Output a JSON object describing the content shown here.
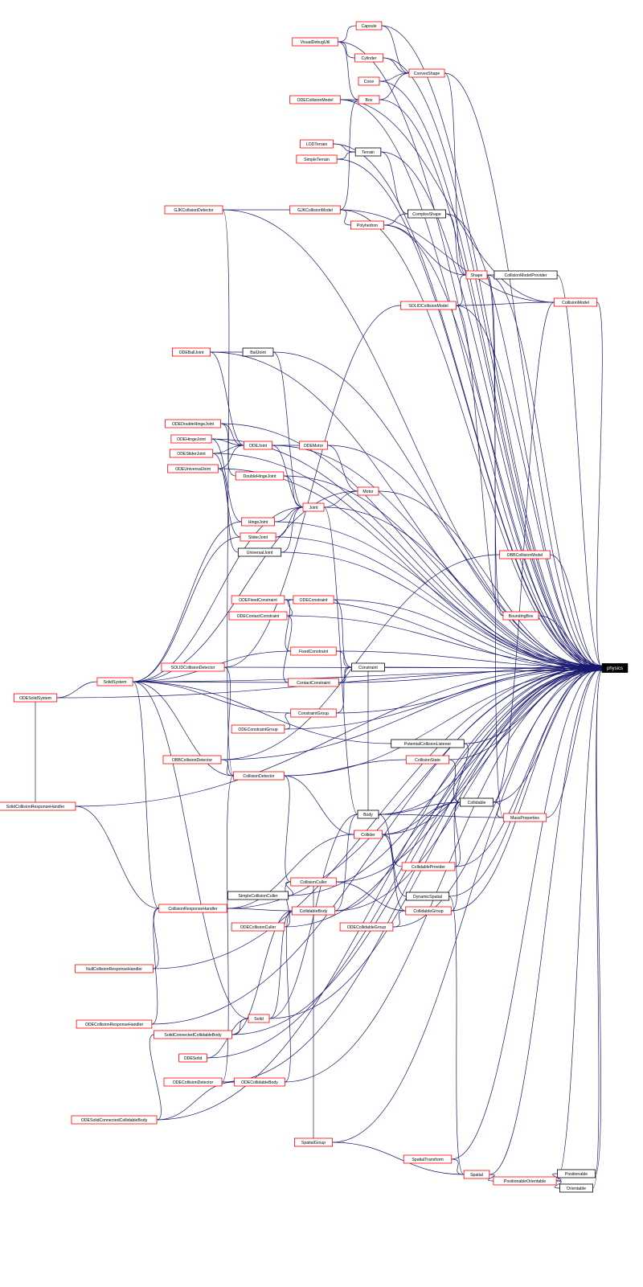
{
  "graph": {
    "root": "physics",
    "nodes": [
      {
        "id": "capsule",
        "label": "Capsule",
        "border": "red"
      },
      {
        "id": "visualdebugutil",
        "label": "VisualDebugUtil",
        "border": "red"
      },
      {
        "id": "cylinder",
        "label": "Cylinder",
        "border": "red"
      },
      {
        "id": "convexshape",
        "label": "ConvexShape",
        "border": "red"
      },
      {
        "id": "cone",
        "label": "Cone",
        "border": "red"
      },
      {
        "id": "odecollisionmodel",
        "label": "ODECollisionModel",
        "border": "red"
      },
      {
        "id": "box",
        "label": "Box",
        "border": "red"
      },
      {
        "id": "lodterrain",
        "label": "LODTerrain",
        "border": "red"
      },
      {
        "id": "terrain",
        "label": "Terrain",
        "border": "black"
      },
      {
        "id": "simpleterrain",
        "label": "SimpleTerrain",
        "border": "red"
      },
      {
        "id": "gjkcollisiondetector",
        "label": "GJKCollisionDetector",
        "border": "red"
      },
      {
        "id": "gjkcollisionmodel",
        "label": "GJKCollisionModel",
        "border": "red"
      },
      {
        "id": "complexshape",
        "label": "ComplexShape",
        "border": "black"
      },
      {
        "id": "polyhedron",
        "label": "Polyhedron",
        "border": "red"
      },
      {
        "id": "shape",
        "label": "Shape",
        "border": "red"
      },
      {
        "id": "collisionmodelprovider",
        "label": "CollisionModelProvider",
        "border": "black"
      },
      {
        "id": "solidcollisionmodel",
        "label": "SOLIDCollisionModel",
        "border": "red"
      },
      {
        "id": "collisionmodel",
        "label": "CollisionModel",
        "border": "red"
      },
      {
        "id": "odeballjoint",
        "label": "ODEBallJoint",
        "border": "red"
      },
      {
        "id": "balljoint",
        "label": "BallJoint",
        "border": "black"
      },
      {
        "id": "odedoublehingejoint",
        "label": "ODEDoubleHingeJoint",
        "border": "red"
      },
      {
        "id": "odehingejoint",
        "label": "ODEHingeJoint",
        "border": "red"
      },
      {
        "id": "odejoint",
        "label": "ODEJoint",
        "border": "red"
      },
      {
        "id": "odemotor",
        "label": "ODEMotor",
        "border": "red"
      },
      {
        "id": "odesliderjoint",
        "label": "ODESliderJoint",
        "border": "red"
      },
      {
        "id": "odeuniversaljoint",
        "label": "ODEUniversalJoint",
        "border": "red"
      },
      {
        "id": "doublehingejoint",
        "label": "DoubleHingeJoint",
        "border": "red"
      },
      {
        "id": "motor",
        "label": "Motor",
        "border": "red"
      },
      {
        "id": "joint",
        "label": "Joint",
        "border": "red"
      },
      {
        "id": "hingejoint",
        "label": "HingeJoint",
        "border": "red"
      },
      {
        "id": "sliderjoint",
        "label": "SliderJoint",
        "border": "red"
      },
      {
        "id": "universaljoint",
        "label": "UniversalJoint",
        "border": "black"
      },
      {
        "id": "obbcollisionmodel",
        "label": "OBBCollisionModel",
        "border": "red"
      },
      {
        "id": "odefixedconstraint",
        "label": "ODEFixedConstraint",
        "border": "red"
      },
      {
        "id": "odeconstraint",
        "label": "ODEConstraint",
        "border": "red"
      },
      {
        "id": "odecontactconstraint",
        "label": "ODEContactConstraint",
        "border": "red"
      },
      {
        "id": "boundingbox",
        "label": "BoundingBox",
        "border": "red"
      },
      {
        "id": "fixedconstraint",
        "label": "FixedConstraint",
        "border": "red"
      },
      {
        "id": "solidcollisiondetector",
        "label": "SOLIDCollisionDetector",
        "border": "red"
      },
      {
        "id": "constraint",
        "label": "Constraint",
        "border": "black"
      },
      {
        "id": "odesolidsystem",
        "label": "ODESolidSystem",
        "border": "red"
      },
      {
        "id": "solidsystem",
        "label": "SolidSystem",
        "border": "red"
      },
      {
        "id": "contactconstraint",
        "label": "ContactConstraint",
        "border": "red"
      },
      {
        "id": "constraintgroup",
        "label": "ConstraintGroup",
        "border": "red"
      },
      {
        "id": "odeconstraintgroup",
        "label": "ODEConstraintGroup",
        "border": "red"
      },
      {
        "id": "potentialcollisionlistener",
        "label": "PotentialCollisionListener",
        "border": "black"
      },
      {
        "id": "obbcollisiondetector",
        "label": "OBBCollisionDetector",
        "border": "red"
      },
      {
        "id": "collisionstate",
        "label": "CollisionState",
        "border": "red"
      },
      {
        "id": "collisiondetector",
        "label": "CollisionDetector",
        "border": "red"
      },
      {
        "id": "solidcollisionresponsehandler",
        "label": "SolidCollisionResponseHandler",
        "border": "red"
      },
      {
        "id": "collidable",
        "label": "Collidable",
        "border": "black"
      },
      {
        "id": "body",
        "label": "Body",
        "border": "black"
      },
      {
        "id": "massproperties",
        "label": "MassProperties",
        "border": "red"
      },
      {
        "id": "collider",
        "label": "Collider",
        "border": "red"
      },
      {
        "id": "collidableprovider",
        "label": "CollidableProvider",
        "border": "red"
      },
      {
        "id": "collisionculler",
        "label": "CollisionCuller",
        "border": "red"
      },
      {
        "id": "simplecollisionculler",
        "label": "SimpleCollisionCuller",
        "border": "black"
      },
      {
        "id": "dynamicspatial",
        "label": "DynamicSpatial",
        "border": "black"
      },
      {
        "id": "collisionresponsehandler",
        "label": "CollisionResponseHandler",
        "border": "red"
      },
      {
        "id": "collidablebody",
        "label": "CollidableBody",
        "border": "red"
      },
      {
        "id": "collidablegroup",
        "label": "CollidableGroup",
        "border": "red"
      },
      {
        "id": "odecollisionculler",
        "label": "ODECollisionCuller",
        "border": "red"
      },
      {
        "id": "odecollidablegroup",
        "label": "ODECollidableGroup",
        "border": "red"
      },
      {
        "id": "nullcollisionresponsehandler",
        "label": "NullCollisionResponseHandler",
        "border": "red"
      },
      {
        "id": "odecollisionresponsehandler",
        "label": "ODECollisionResponseHandler",
        "border": "red"
      },
      {
        "id": "solid",
        "label": "Solid",
        "border": "red"
      },
      {
        "id": "solidconnectedcollidablebody",
        "label": "SolidConnectedCollidableBody",
        "border": "red"
      },
      {
        "id": "odesolid",
        "label": "ODESolid",
        "border": "red"
      },
      {
        "id": "odecollisiondetector",
        "label": "ODECollisionDetector",
        "border": "red"
      },
      {
        "id": "odecollidablebody",
        "label": "ODECollidableBody",
        "border": "red"
      },
      {
        "id": "odesolidconnectedcollidablebody",
        "label": "ODESolidConnectedCollidableBody",
        "border": "red"
      },
      {
        "id": "spatialgroup",
        "label": "SpatialGroup",
        "border": "red"
      },
      {
        "id": "spatialtransform",
        "label": "SpatialTransform",
        "border": "red"
      },
      {
        "id": "spatial",
        "label": "Spatial",
        "border": "red"
      },
      {
        "id": "positionableorientable",
        "label": "PositionableOrientable",
        "border": "red"
      },
      {
        "id": "positionable",
        "label": "Positionable",
        "border": "black"
      },
      {
        "id": "orientable",
        "label": "Orientable",
        "border": "black"
      },
      {
        "id": "physics",
        "label": "physics",
        "border": "root"
      }
    ],
    "edges": [
      [
        "visualdebugutil",
        "capsule"
      ],
      [
        "visualdebugutil",
        "cylinder"
      ],
      [
        "visualdebugutil",
        "box"
      ],
      [
        "capsule",
        "convexshape"
      ],
      [
        "cylinder",
        "convexshape"
      ],
      [
        "cone",
        "convexshape"
      ],
      [
        "box",
        "convexshape"
      ],
      [
        "odecollisionmodel",
        "box"
      ],
      [
        "odecollisionmodel",
        "collisionmodel"
      ],
      [
        "lodterrain",
        "terrain"
      ],
      [
        "simpleterrain",
        "terrain"
      ],
      [
        "terrain",
        "complexshape"
      ],
      [
        "gjkcollisiondetector",
        "gjkcollisionmodel"
      ],
      [
        "gjkcollisiondetector",
        "collisiondetector"
      ],
      [
        "gjkcollisionmodel",
        "polyhedron"
      ],
      [
        "gjkcollisionmodel",
        "collisionmodel"
      ],
      [
        "gjkcollisionmodel",
        "box"
      ],
      [
        "polyhedron",
        "complexshape"
      ],
      [
        "polyhedron",
        "shape"
      ],
      [
        "convexshape",
        "shape"
      ],
      [
        "complexshape",
        "shape"
      ],
      [
        "shape",
        "collisionmodelprovider"
      ],
      [
        "shape",
        "massproperties"
      ],
      [
        "shape",
        "boundingbox"
      ],
      [
        "solidcollisionmodel",
        "shape"
      ],
      [
        "solidcollisionmodel",
        "collisionmodel"
      ],
      [
        "solidcollisionmodel",
        "boundingbox"
      ],
      [
        "odeballjoint",
        "balljoint"
      ],
      [
        "odeballjoint",
        "odejoint"
      ],
      [
        "odedoublehingejoint",
        "odejoint"
      ],
      [
        "odedoublehingejoint",
        "doublehingejoint"
      ],
      [
        "odehingejoint",
        "odejoint"
      ],
      [
        "odehingejoint",
        "hingejoint"
      ],
      [
        "odesliderjoint",
        "odejoint"
      ],
      [
        "odesliderjoint",
        "sliderjoint"
      ],
      [
        "odeuniversaljoint",
        "odejoint"
      ],
      [
        "odeuniversaljoint",
        "universaljoint"
      ],
      [
        "odejoint",
        "odemotor"
      ],
      [
        "odejoint",
        "joint"
      ],
      [
        "odemotor",
        "motor"
      ],
      [
        "balljoint",
        "joint"
      ],
      [
        "doublehingejoint",
        "joint"
      ],
      [
        "hingejoint",
        "joint"
      ],
      [
        "sliderjoint",
        "joint"
      ],
      [
        "universaljoint",
        "joint"
      ],
      [
        "joint",
        "motor"
      ],
      [
        "joint",
        "body"
      ],
      [
        "odefixedconstraint",
        "odeconstraint"
      ],
      [
        "odefixedconstraint",
        "fixedconstraint"
      ],
      [
        "odecontactconstraint",
        "odeconstraint"
      ],
      [
        "odecontactconstraint",
        "contactconstraint"
      ],
      [
        "odeconstraint",
        "constraint"
      ],
      [
        "fixedconstraint",
        "constraint"
      ],
      [
        "contactconstraint",
        "constraint"
      ],
      [
        "constraint",
        "body"
      ],
      [
        "solidcollisiondetector",
        "solidcollisionmodel"
      ],
      [
        "solidcollisiondetector",
        "collisiondetector"
      ],
      [
        "odesolidsystem",
        "solidsystem"
      ],
      [
        "odesolidsystem",
        "solidcollisionresponsehandler"
      ],
      [
        "solidsystem",
        "motor"
      ],
      [
        "solidsystem",
        "joint"
      ],
      [
        "solidsystem",
        "constraintgroup"
      ],
      [
        "solidsystem",
        "contactconstraint"
      ],
      [
        "solidsystem",
        "collisiondetector"
      ],
      [
        "solidsystem",
        "solid"
      ],
      [
        "solidsystem",
        "collisionresponsehandler"
      ],
      [
        "solidsystem",
        "potentialcollisionlistener"
      ],
      [
        "solidsystem",
        "fixedconstraint"
      ],
      [
        "solidsystem",
        "hingejoint"
      ],
      [
        "solidsystem",
        "sliderjoint"
      ],
      [
        "odeconstraintgroup",
        "constraintgroup"
      ],
      [
        "constraintgroup",
        "constraint"
      ],
      [
        "obbcollisiondetector",
        "obbcollisionmodel"
      ],
      [
        "obbcollisiondetector",
        "collisiondetector"
      ],
      [
        "collisiondetector",
        "collisionstate"
      ],
      [
        "collisiondetector",
        "collider"
      ],
      [
        "collisiondetector",
        "collisionculler"
      ],
      [
        "collisionstate",
        "collidable"
      ],
      [
        "potentialcollisionlistener",
        "collidable"
      ],
      [
        "collidable",
        "collisionmodel"
      ],
      [
        "collidable",
        "massproperties"
      ],
      [
        "body",
        "massproperties"
      ],
      [
        "body",
        "dynamicspatial"
      ],
      [
        "body",
        "collidable"
      ],
      [
        "collider",
        "collidable"
      ],
      [
        "collider",
        "collidableprovider"
      ],
      [
        "collider",
        "collidablegroup"
      ],
      [
        "collidableprovider",
        "collidable"
      ],
      [
        "collidablegroup",
        "collidable"
      ],
      [
        "collisionculler",
        "collidablebody"
      ],
      [
        "collisionculler",
        "collidablegroup"
      ],
      [
        "simplecollisionculler",
        "collisionculler"
      ],
      [
        "odecollisionculler",
        "collisionculler"
      ],
      [
        "dynamicspatial",
        "spatial"
      ],
      [
        "odecollidablegroup",
        "collidablegroup"
      ],
      [
        "collidablebody",
        "collidable"
      ],
      [
        "collidablebody",
        "body"
      ],
      [
        "solidcollisionresponsehandler",
        "collisionresponsehandler"
      ],
      [
        "nullcollisionresponsehandler",
        "collisionresponsehandler"
      ],
      [
        "odecollisionresponsehandler",
        "collisionresponsehandler"
      ],
      [
        "collisionresponsehandler",
        "collider"
      ],
      [
        "collisionresponsehandler",
        "collidablebody"
      ],
      [
        "solid",
        "body"
      ],
      [
        "solid",
        "collidablebody"
      ],
      [
        "solidconnectedcollidablebody",
        "solid"
      ],
      [
        "solidconnectedcollidablebody",
        "collidablebody"
      ],
      [
        "odesolid",
        "solid"
      ],
      [
        "odecollisiondetector",
        "collisiondetector"
      ],
      [
        "odecollisiondetector",
        "odecollidablebody"
      ],
      [
        "odecollidablebody",
        "collidablebody"
      ],
      [
        "odesolidconnectedcollidablebody",
        "solidconnectedcollidablebody"
      ],
      [
        "odesolidconnectedcollidablebody",
        "odecollidablebody"
      ],
      [
        "spatialgroup",
        "spatial"
      ],
      [
        "spatialgroup",
        "collidablebody"
      ],
      [
        "spatialtransform",
        "spatial"
      ],
      [
        "spatial",
        "positionableorientable"
      ],
      [
        "positionableorientable",
        "positionable"
      ],
      [
        "positionableorientable",
        "orientable"
      ]
    ]
  }
}
